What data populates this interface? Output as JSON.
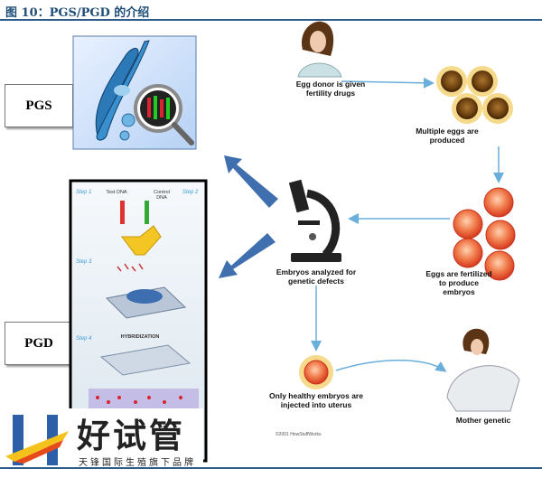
{
  "header": {
    "title": "图 10：PGS/PGD 的介绍"
  },
  "labels": {
    "pgs": "PGS",
    "pgd": "PGD",
    "egg_donor": "Egg donor is given fertility drugs",
    "multiple_eggs": "Multiple eggs are produced",
    "eggs_fertilized": "Eggs are fertilized to produce embryos",
    "embryos_analyzed": "Embryos analyzed for genetic defects",
    "healthy_embryos": "Only healthy embryos are injected into uterus",
    "mother_genetic": "Mother genetic",
    "copyright": "©2001 HowStuffWorks"
  },
  "pgd_panel": {
    "step1": "Step 1",
    "step2": "Step 2",
    "step3": "Step 3",
    "step4": "Step 4",
    "test_dna": "Test DNA",
    "control_dna": "Control DNA",
    "hybridization": "HYBRIDIZATION"
  },
  "logo": {
    "name": "好试管",
    "tagline": "天锋国际生殖旗下品牌"
  },
  "colors": {
    "arrow_blue": "#3f6fae",
    "flow_arrow": "#6aaedc",
    "egg_brown": "#7a4a12",
    "embryo_red": "#e0402a",
    "title_blue": "#1f4e79"
  }
}
